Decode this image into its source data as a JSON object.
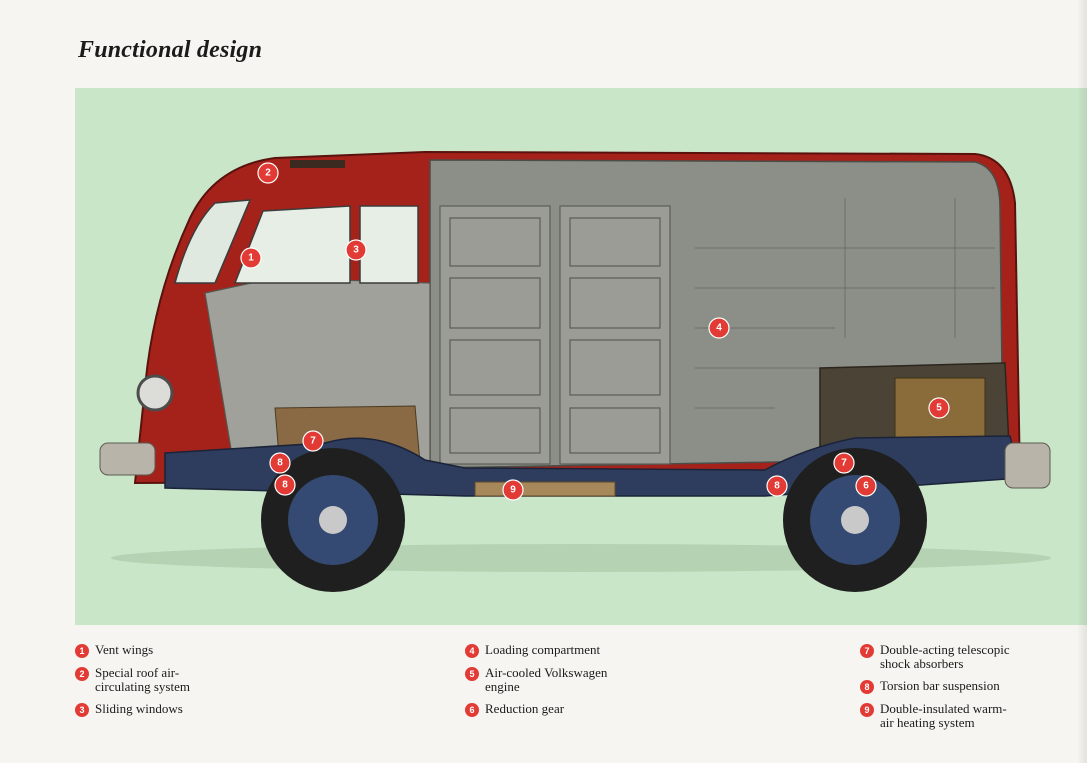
{
  "page": {
    "title": "Functional design"
  },
  "colors": {
    "background_green": "#c9e6c8",
    "marker_red": "#e23b35",
    "body_red": "#a5221b",
    "interior_grey": "#8c8f87",
    "chassis_blue": "#2e3d5e"
  },
  "markers": [
    {
      "num": "1"
    },
    {
      "num": "2"
    },
    {
      "num": "3"
    },
    {
      "num": "4"
    },
    {
      "num": "5"
    },
    {
      "num": "6"
    },
    {
      "num": "7"
    },
    {
      "num": "7"
    },
    {
      "num": "8"
    },
    {
      "num": "8"
    },
    {
      "num": "8"
    },
    {
      "num": "9"
    }
  ],
  "legend": {
    "col1": [
      {
        "num": "1",
        "text": "Vent wings"
      },
      {
        "num": "2",
        "text": "Special roof air-\ncirculating system"
      },
      {
        "num": "3",
        "text": "Sliding windows"
      }
    ],
    "col2": [
      {
        "num": "4",
        "text": "Loading compartment"
      },
      {
        "num": "5",
        "text": "Air-cooled Volkswagen\nengine"
      },
      {
        "num": "6",
        "text": "Reduction gear"
      }
    ],
    "col3": [
      {
        "num": "7",
        "text": "Double-acting telescopic\nshock absorbers"
      },
      {
        "num": "8",
        "text": "Torsion bar suspension"
      },
      {
        "num": "9",
        "text": "Double-insulated warm-\nair heating system"
      }
    ]
  }
}
